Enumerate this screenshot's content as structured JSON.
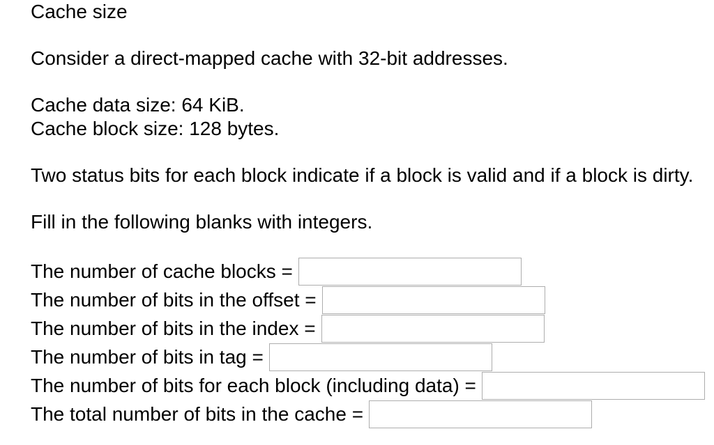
{
  "problem": {
    "title": "Cache size",
    "intro": "Consider a direct-mapped cache with 32-bit addresses.",
    "specs": [
      "Cache data size: 64 KiB.",
      "Cache block size: 128 bytes."
    ],
    "status_note": "Two status bits for each block indicate if a block is valid and if a block is dirty.",
    "instruction": "Fill in the following blanks with integers.",
    "blanks": [
      {
        "label": "The number of cache blocks =",
        "value": ""
      },
      {
        "label": "The number of bits in the offset =",
        "value": ""
      },
      {
        "label": "The number of bits in the index =",
        "value": ""
      },
      {
        "label": "The number of bits in tag =",
        "value": ""
      },
      {
        "label": "The number of bits for each block (including data) =",
        "value": ""
      },
      {
        "label": "The total number of bits in the cache =",
        "value": ""
      }
    ]
  },
  "colors": {
    "text": "#000000",
    "background": "#ffffff",
    "input_border": "#adadad"
  }
}
